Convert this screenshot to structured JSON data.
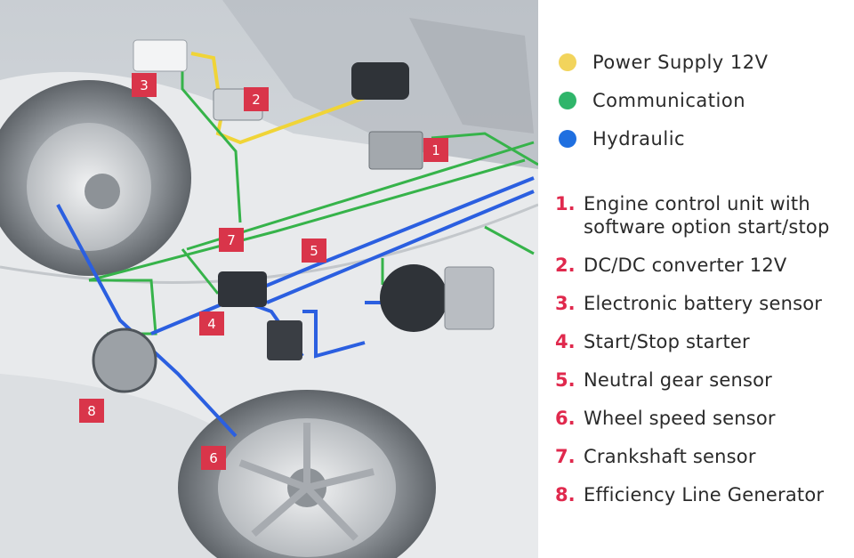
{
  "legend": [
    {
      "label": "Power Supply 12V",
      "color": "#f2d45c"
    },
    {
      "label": "Communication",
      "color": "#2fb56a"
    },
    {
      "label": "Hydraulic",
      "color": "#1f6fe0"
    }
  ],
  "parts": [
    {
      "num": "1.",
      "label": "Engine control unit with software option start/stop"
    },
    {
      "num": "2.",
      "label": "DC/DC converter 12V"
    },
    {
      "num": "3.",
      "label": "Electronic battery sensor"
    },
    {
      "num": "4.",
      "label": "Start/Stop starter"
    },
    {
      "num": "5.",
      "label": "Neutral gear sensor"
    },
    {
      "num": "6.",
      "label": "Wheel speed sensor"
    },
    {
      "num": "7.",
      "label": "Crankshaft sensor"
    },
    {
      "num": "8.",
      "label": "Efficiency Line Generator"
    }
  ],
  "badges": [
    "1",
    "2",
    "3",
    "4",
    "5",
    "6",
    "7",
    "8"
  ],
  "colors": {
    "badge": "#d9354a",
    "power": "#f0d437",
    "comm": "#36b34a",
    "hydraulic": "#2b5fe0"
  }
}
